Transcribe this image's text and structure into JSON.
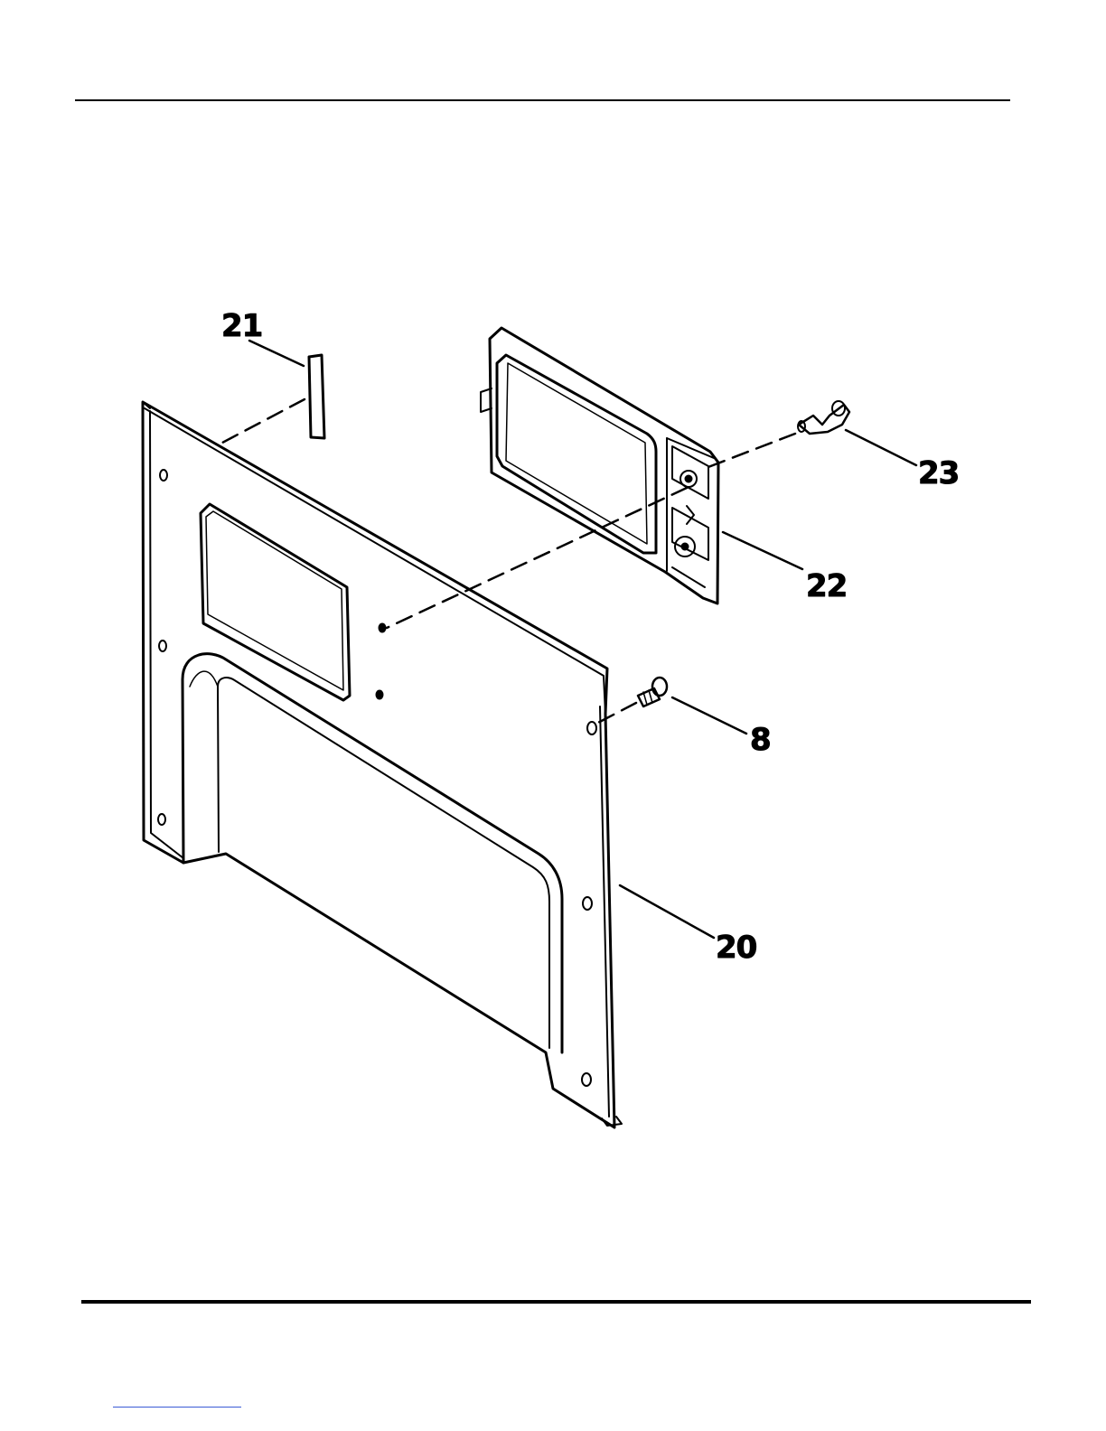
{
  "callouts": {
    "part_8": "8",
    "part_20": "20",
    "part_21": "21",
    "part_22": "22",
    "part_23": "23"
  },
  "colors": {
    "ink": "#000000",
    "paper": "#ffffff",
    "footer_mark": "#3a5bd6"
  }
}
